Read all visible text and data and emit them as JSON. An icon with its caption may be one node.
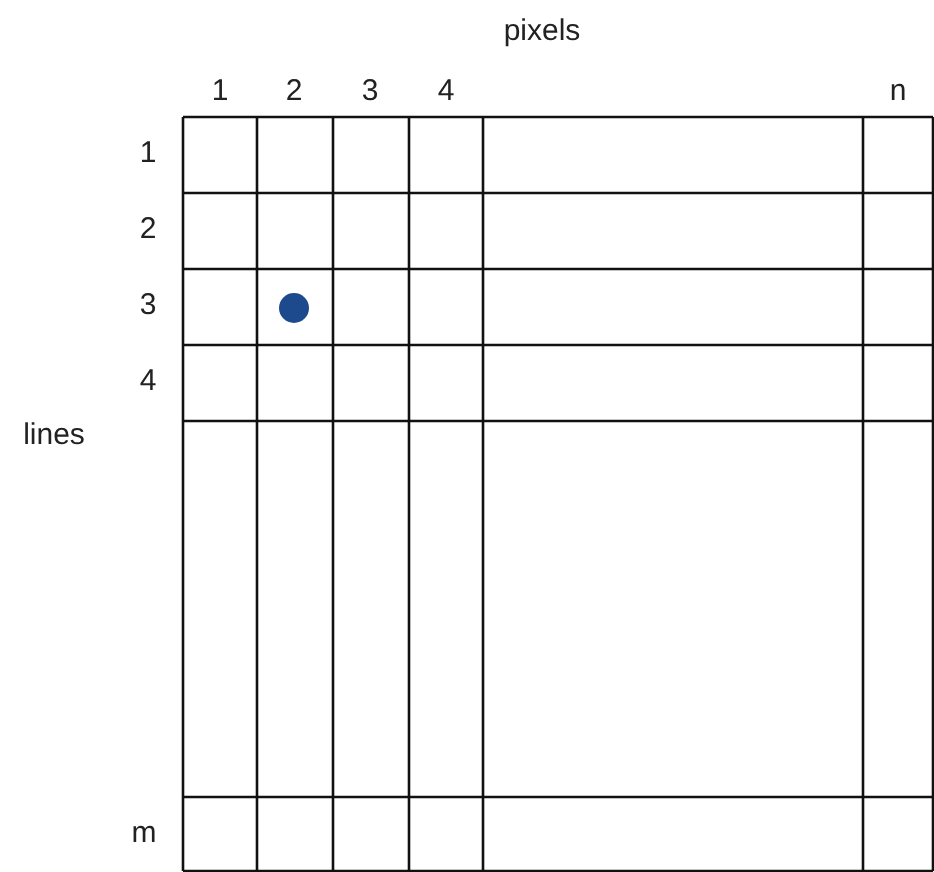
{
  "diagram": {
    "labels": [
      "pixels",
      "1",
      "2",
      "3",
      "4",
      "n",
      "1",
      "2",
      "3",
      "4",
      "m",
      "lines"
    ]
  }
}
